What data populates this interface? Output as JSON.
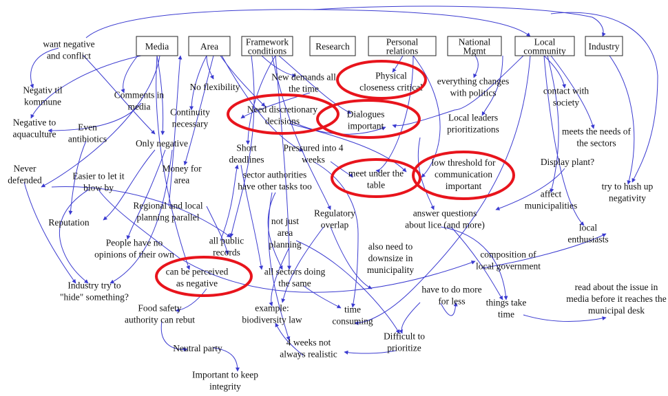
{
  "colors": {
    "edge": "#3a3ad0",
    "highlight": "#e8141c",
    "text": "#111111",
    "box_border": "#222222",
    "background": "#ffffff"
  },
  "headers": [
    {
      "id": "media",
      "lines": [
        "Media"
      ]
    },
    {
      "id": "area",
      "lines": [
        "Area"
      ]
    },
    {
      "id": "framework",
      "lines": [
        "Framework",
        "conditions"
      ]
    },
    {
      "id": "research",
      "lines": [
        "Research"
      ]
    },
    {
      "id": "personal",
      "lines": [
        "Personal",
        "relations"
      ]
    },
    {
      "id": "national",
      "lines": [
        "National",
        "Mgmt"
      ]
    },
    {
      "id": "local",
      "lines": [
        "Local",
        "community"
      ]
    },
    {
      "id": "industry",
      "lines": [
        "Industry"
      ]
    }
  ],
  "nodes": [
    {
      "id": "want_negative",
      "lines": [
        "want negative",
        "and conflict"
      ]
    },
    {
      "id": "negativ_til",
      "lines": [
        "Negativ til",
        "kommune"
      ]
    },
    {
      "id": "negative_aqua",
      "lines": [
        "Negative to",
        "aquaculture"
      ]
    },
    {
      "id": "even_antibiotics",
      "lines": [
        "Even",
        "antibiotics"
      ]
    },
    {
      "id": "comments_media",
      "lines": [
        "Comments in",
        "media"
      ]
    },
    {
      "id": "only_negative",
      "lines": [
        "Only negative"
      ]
    },
    {
      "id": "never_defended",
      "lines": [
        "Never",
        "defended"
      ]
    },
    {
      "id": "easier",
      "lines": [
        "Easier to let it",
        "blow by"
      ]
    },
    {
      "id": "reputation",
      "lines": [
        "Reputation"
      ]
    },
    {
      "id": "industry_hide",
      "lines": [
        "Industry try to",
        "\"hide\" something?"
      ]
    },
    {
      "id": "people_no_opinions",
      "lines": [
        "People have no",
        "opinions of their own"
      ]
    },
    {
      "id": "regional",
      "lines": [
        "Regional and local",
        "planning parallel"
      ]
    },
    {
      "id": "no_flexibility",
      "lines": [
        "No flexibility"
      ]
    },
    {
      "id": "continuity",
      "lines": [
        "Continuity",
        "necessary"
      ]
    },
    {
      "id": "money_area",
      "lines": [
        "Money for",
        "area"
      ]
    },
    {
      "id": "new_demands",
      "lines": [
        "New demands all",
        "the time"
      ]
    },
    {
      "id": "need_discretionary",
      "lines": [
        "Need discretionary",
        "decisions"
      ]
    },
    {
      "id": "short_deadlines",
      "lines": [
        "Short",
        "deadlines"
      ]
    },
    {
      "id": "pressured",
      "lines": [
        "Pressured into 4",
        "weeks"
      ]
    },
    {
      "id": "sector_authorities",
      "lines": [
        "sector authorities",
        "have other tasks too"
      ]
    },
    {
      "id": "physical_closeness",
      "lines": [
        "Physical",
        "closeness critical"
      ]
    },
    {
      "id": "dialogues",
      "lines": [
        "Dialogues",
        "important"
      ]
    },
    {
      "id": "meet_table",
      "lines": [
        "meet under the",
        "table"
      ]
    },
    {
      "id": "everything_changes",
      "lines": [
        "everything changes",
        "with politics"
      ]
    },
    {
      "id": "local_leaders",
      "lines": [
        "Local leaders",
        "prioritizations"
      ]
    },
    {
      "id": "low_threshold",
      "lines": [
        "low threshold for",
        "communication",
        "important"
      ]
    },
    {
      "id": "answer_questions",
      "lines": [
        "answer questions",
        "about lice (and more)"
      ]
    },
    {
      "id": "contact_society",
      "lines": [
        "contact with",
        "society"
      ]
    },
    {
      "id": "meets_needs",
      "lines": [
        "meets the needs of",
        "the sectors"
      ]
    },
    {
      "id": "display_plant",
      "lines": [
        "Display plant?"
      ]
    },
    {
      "id": "affect_municipalities",
      "lines": [
        "affect",
        "municipalities"
      ]
    },
    {
      "id": "try_hush",
      "lines": [
        "try to hush up",
        "negativity"
      ]
    },
    {
      "id": "local_enthusiasts",
      "lines": [
        "local",
        "enthusiasts"
      ]
    },
    {
      "id": "regulatory_overlap",
      "lines": [
        "Regulatory",
        "overlap"
      ]
    },
    {
      "id": "not_just_area",
      "lines": [
        "not just",
        "area",
        "planning"
      ]
    },
    {
      "id": "all_public_records",
      "lines": [
        "all public",
        "records"
      ]
    },
    {
      "id": "also_downsize",
      "lines": [
        "also need to",
        "downsize in",
        "municipality"
      ]
    },
    {
      "id": "composition",
      "lines": [
        "composition of",
        "local government"
      ]
    },
    {
      "id": "can_be_perceived",
      "lines": [
        "can be perceived",
        "as negative"
      ]
    },
    {
      "id": "all_sectors",
      "lines": [
        "all sectors doing",
        "the same"
      ]
    },
    {
      "id": "have_more_less",
      "lines": [
        "have to do more",
        "for less"
      ]
    },
    {
      "id": "read_issue",
      "lines": [
        "read about the issue in",
        "media before it reaches the",
        "municipal desk"
      ]
    },
    {
      "id": "things_take_time",
      "lines": [
        "things take",
        "time"
      ]
    },
    {
      "id": "food_safety",
      "lines": [
        "Food safety",
        "authority can rebut"
      ]
    },
    {
      "id": "example_bio",
      "lines": [
        "example:",
        "biodiversity law"
      ]
    },
    {
      "id": "time_consuming",
      "lines": [
        "time",
        "consuming"
      ]
    },
    {
      "id": "four_weeks",
      "lines": [
        "4 weeks not",
        "always realistic"
      ]
    },
    {
      "id": "difficult_prioritize",
      "lines": [
        "Difficult to",
        "prioritize"
      ]
    },
    {
      "id": "neutral_party",
      "lines": [
        "Neutral party"
      ]
    },
    {
      "id": "important_integrity",
      "lines": [
        "Important to keep",
        "integrity"
      ]
    }
  ],
  "highlighted": [
    "physical_closeness",
    "need_discretionary",
    "dialogues",
    "meet_table",
    "low_threshold",
    "can_be_perceived"
  ]
}
